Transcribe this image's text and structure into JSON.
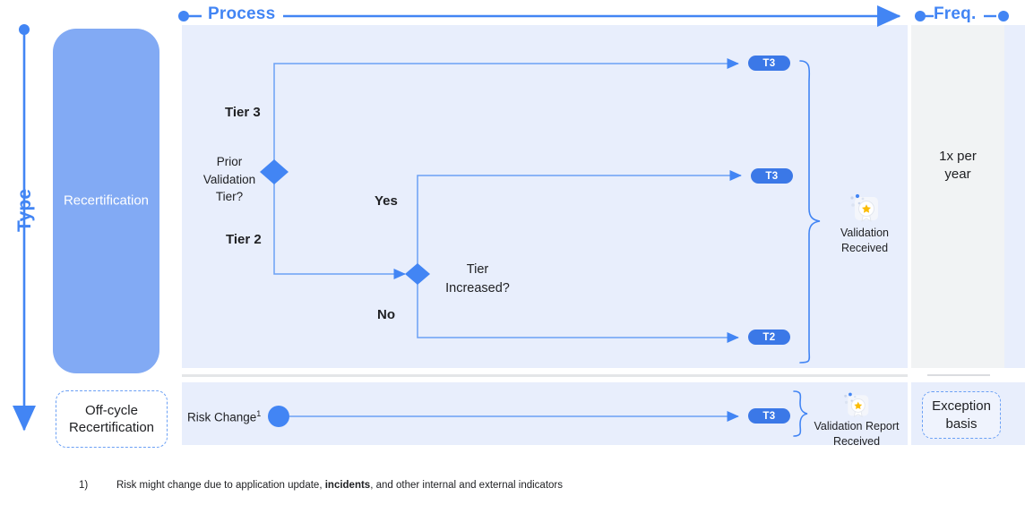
{
  "axes": {
    "type_label": "Type",
    "process_label": "Process",
    "freq_label": "Freq."
  },
  "colors": {
    "accent": "#4285f4",
    "pill": "#3b78e7",
    "panel_process": "#e8eefc",
    "panel_freq": "#f1f3f4",
    "recert_block": "#82aaf4",
    "star": "#fbbc04"
  },
  "types": {
    "recertification": "Recertification",
    "offcycle": "Off-cycle\nRecertification",
    "offcycle_line1": "Off-cycle",
    "offcycle_line2": "Recertification"
  },
  "frequency": {
    "recertification": "1x per\nyear",
    "recertification_line1": "1x per",
    "recertification_line2": "year",
    "offcycle_line1": "Exception",
    "offcycle_line2": "basis"
  },
  "flow": {
    "decision_1": "Prior\nValidation\nTier?",
    "decision_1_line1": "Prior",
    "decision_1_line2": "Validation",
    "decision_1_line3": "Tier?",
    "decision_2_line1": "Tier",
    "decision_2_line2": "Increased?",
    "branch_tier3": "Tier 3",
    "branch_tier2": "Tier 2",
    "branch_yes": "Yes",
    "branch_no": "No",
    "start_offcycle": "Risk Change",
    "start_offcycle_superscript": "1",
    "pills": {
      "top": "T3",
      "mid": "T3",
      "bottom": "T2",
      "offcycle": "T3"
    },
    "outcome_recert_line1": "Validation",
    "outcome_recert_line2": "Received",
    "outcome_offcycle_line1": "Validation Report",
    "outcome_offcycle_line2": "Received"
  },
  "footnote": {
    "number": "1)",
    "text_before": "Risk might change due to application update, ",
    "text_bold": "incidents",
    "text_after": ", and other internal and external indicators"
  },
  "chart_data": {
    "type": "diagram",
    "title": "Recertification process flow",
    "swimlanes": [
      {
        "type": "Recertification",
        "frequency": "1x per year",
        "nodes": [
          {
            "id": "d1",
            "kind": "decision",
            "label": "Prior Validation Tier?"
          },
          {
            "id": "d2",
            "kind": "decision",
            "label": "Tier Increased?"
          },
          {
            "id": "p1",
            "kind": "pill",
            "label": "T3"
          },
          {
            "id": "p2",
            "kind": "pill",
            "label": "T3"
          },
          {
            "id": "p3",
            "kind": "pill",
            "label": "T2"
          },
          {
            "id": "out1",
            "kind": "outcome",
            "label": "Validation Received"
          }
        ],
        "edges": [
          {
            "from": "d1",
            "to": "p1",
            "label": "Tier 3"
          },
          {
            "from": "d1",
            "to": "d2",
            "label": "Tier 2"
          },
          {
            "from": "d2",
            "to": "p2",
            "label": "Yes"
          },
          {
            "from": "d2",
            "to": "p3",
            "label": "No"
          },
          {
            "from": "p1",
            "to": "out1",
            "label": ""
          },
          {
            "from": "p2",
            "to": "out1",
            "label": ""
          },
          {
            "from": "p3",
            "to": "out1",
            "label": ""
          }
        ]
      },
      {
        "type": "Off-cycle Recertification",
        "frequency": "Exception basis",
        "nodes": [
          {
            "id": "s1",
            "kind": "start",
            "label": "Risk Change"
          },
          {
            "id": "p4",
            "kind": "pill",
            "label": "T3"
          },
          {
            "id": "out2",
            "kind": "outcome",
            "label": "Validation Report Received"
          }
        ],
        "edges": [
          {
            "from": "s1",
            "to": "p4",
            "label": ""
          },
          {
            "from": "p4",
            "to": "out2",
            "label": ""
          }
        ]
      }
    ]
  }
}
